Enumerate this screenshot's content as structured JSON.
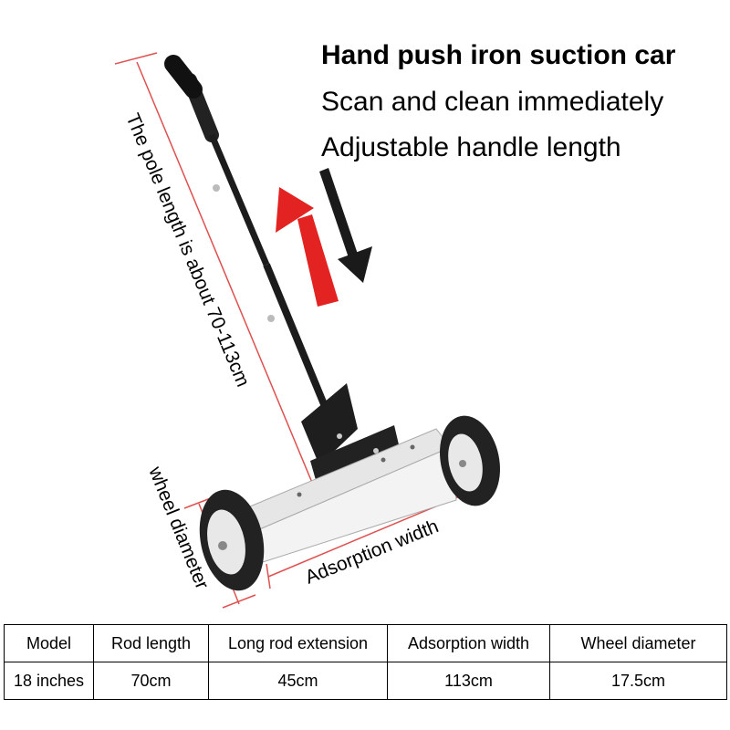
{
  "headline": {
    "title": "Hand push iron suction car",
    "line1": "Scan and clean immediately",
    "line2": "Adjustable handle length"
  },
  "annotations": {
    "pole_length": "The pole length is about 70-113cm",
    "wheel_diameter": "wheel diameter",
    "adsorption_width": "Adsorption width"
  },
  "colors": {
    "up_arrow": "#e32222",
    "down_arrow": "#1a1a1a",
    "dimension_line": "#e05050"
  },
  "table": {
    "headers": [
      "Model",
      "Rod length",
      "Long rod extension",
      "Adsorption width",
      "Wheel diameter"
    ],
    "rows": [
      [
        "18 inches",
        "70cm",
        "45cm",
        "113cm",
        "17.5cm"
      ]
    ]
  }
}
